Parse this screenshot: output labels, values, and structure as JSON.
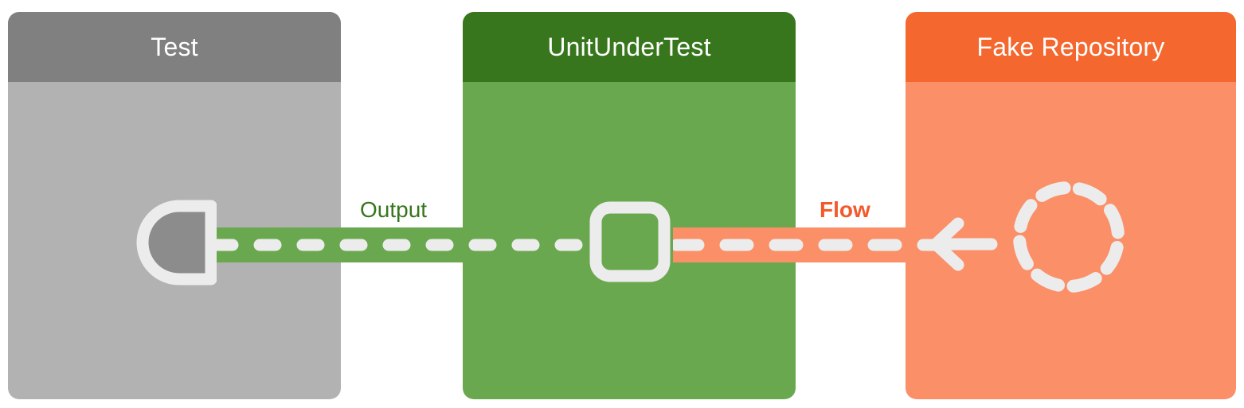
{
  "diagram": {
    "type": "sequence-collaboration",
    "background": "#ffffff",
    "participants": [
      {
        "id": "test",
        "title": "Test",
        "header_color": "#808080",
        "body_color": "#B2B2B2",
        "endpoint_icon": "required-interface-socket-icon"
      },
      {
        "id": "unit-under-test",
        "title": "UnitUnderTest",
        "header_color": "#38761D",
        "body_color": "#6AA84F",
        "endpoint_icon": "rounded-square-node-icon"
      },
      {
        "id": "fake-repository",
        "title": "Fake Repository",
        "header_color": "#F4682F",
        "body_color": "#FB8F68",
        "endpoint_icon": "dashed-circle-icon"
      }
    ],
    "connections": [
      {
        "id": "output",
        "label": "Output",
        "label_color": "#38761D",
        "band_color": "#6AA84F",
        "dash_color": "#ECECEC",
        "from": "test",
        "to": "unit-under-test",
        "style": "dashed-band",
        "bold": false
      },
      {
        "id": "flow",
        "label": "Flow",
        "label_color": "#F4592C",
        "band_color": "#FB8F68",
        "dash_color": "#ECECEC",
        "from": "fake-repository",
        "to": "unit-under-test",
        "style": "dashed-band",
        "arrow": "arrow-left-icon",
        "bold": true
      }
    ]
  }
}
